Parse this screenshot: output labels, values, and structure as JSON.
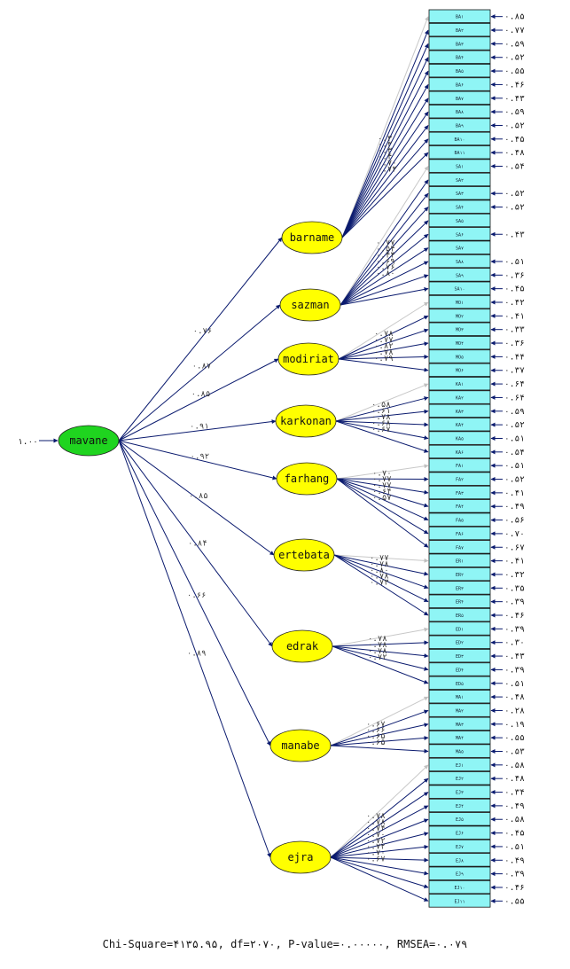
{
  "model": {
    "root": {
      "name": "mavane",
      "variance": "۱.۰۰"
    },
    "latents": [
      {
        "name": "barname",
        "path": "۰.۷۶",
        "loadings": [
          "۰.۳",
          "۰.۳",
          "۰.۳",
          "۰.۴",
          "۰.۷۰",
          "۰.۷۳"
        ]
      },
      {
        "name": "sazman",
        "path": "۰.۸۷",
        "loadings": [
          "۰.۷۷",
          "۰.۵۴",
          "۰.۴۴",
          "۰.۶۹",
          "۰.۷۶",
          "۰.۸۰"
        ]
      },
      {
        "name": "modiriat",
        "path": "۰.۸۵",
        "loadings": [
          "۰.۷۸",
          "۰.۷۷",
          "۰.۸۲",
          "۰.۷۸",
          "۰.۷۹"
        ]
      },
      {
        "name": "karkonan",
        "path": "۰.۹۱",
        "loadings": [
          "۰.۵۸",
          "۰.۶۱",
          "۰.۷۸",
          "۰.۶۸",
          "۰.۶۷"
        ]
      },
      {
        "name": "farhang",
        "path": "۰.۹۲",
        "loadings": [
          "۰.۷۰",
          "۰.۷۷",
          "۰.۷۷",
          "۰.۶۴",
          "۰.۵۷"
        ]
      },
      {
        "name": "ertebata",
        "path": "۰.۸۵",
        "loadings": [
          "۰.۷۷",
          "۰.۷۸",
          "۰.۸۰",
          "۰.۷۸",
          "۰.۷۳"
        ]
      },
      {
        "name": "edrak",
        "path": "۰.۸۴",
        "loadings": [
          "۰.۷۸",
          "۰.۷۸",
          "۰.۷۸",
          "۰.۷۲"
        ]
      },
      {
        "name": "manabe",
        "path": "۰.۶۶",
        "loadings": [
          "۰.۶۷",
          "۰.۶۶",
          "۰.۶۵",
          "۰.۶۵"
        ]
      },
      {
        "name": "ejra",
        "path": "۰.۸۹",
        "loadings": [
          "۰.۷۸",
          "۰.۷۸",
          "۰.۷۴",
          "۰.۷۰",
          "۰.۷۲",
          "۰.۷۲",
          "۰.۷۰",
          "۰.۶۷"
        ]
      }
    ],
    "indicators": [
      {
        "label": "BA۱",
        "error": "۰.۸۵"
      },
      {
        "label": "BA۲",
        "error": "۰.۷۷"
      },
      {
        "label": "BA۳",
        "error": "۰.۵۹"
      },
      {
        "label": "BA۴",
        "error": "۰.۵۲"
      },
      {
        "label": "BA۵",
        "error": "۰.۵۵"
      },
      {
        "label": "BA۶",
        "error": "۰.۴۶"
      },
      {
        "label": "BA۷",
        "error": "۰.۴۳"
      },
      {
        "label": "BA۸",
        "error": "۰.۵۹"
      },
      {
        "label": "BA۹",
        "error": "۰.۵۲"
      },
      {
        "label": "BA۱۰",
        "error": "۰.۴۵"
      },
      {
        "label": "BA۱۱",
        "error": "۰.۴۸"
      },
      {
        "label": "SA۱",
        "error": "۰.۵۴"
      },
      {
        "label": "SA۲",
        "error": ""
      },
      {
        "label": "SA۳",
        "error": "۰.۵۲"
      },
      {
        "label": "SA۴",
        "error": "۰.۵۲"
      },
      {
        "label": "SA۵",
        "error": ""
      },
      {
        "label": "SA۶",
        "error": "۰.۴۳"
      },
      {
        "label": "SA۷",
        "error": ""
      },
      {
        "label": "SA۸",
        "error": "۰.۵۱"
      },
      {
        "label": "SA۹",
        "error": "۰.۳۶"
      },
      {
        "label": "SA۱۰",
        "error": "۰.۴۵"
      },
      {
        "label": "MO۱",
        "error": "۰.۴۲"
      },
      {
        "label": "MO۲",
        "error": "۰.۴۱"
      },
      {
        "label": "MO۳",
        "error": "۰.۳۳"
      },
      {
        "label": "MO۴",
        "error": "۰.۳۶"
      },
      {
        "label": "MO۵",
        "error": "۰.۴۴"
      },
      {
        "label": "MO۶",
        "error": "۰.۳۷"
      },
      {
        "label": "KA۱",
        "error": "۰.۶۴"
      },
      {
        "label": "KA۲",
        "error": "۰.۶۴"
      },
      {
        "label": "KA۳",
        "error": "۰.۵۹"
      },
      {
        "label": "KA۴",
        "error": "۰.۵۲"
      },
      {
        "label": "KA۵",
        "error": "۰.۵۱"
      },
      {
        "label": "KA۶",
        "error": "۰.۵۴"
      },
      {
        "label": "FA۱",
        "error": "۰.۵۱"
      },
      {
        "label": "FA۲",
        "error": "۰.۵۲"
      },
      {
        "label": "FA۳",
        "error": "۰.۴۱"
      },
      {
        "label": "FA۴",
        "error": "۰.۴۹"
      },
      {
        "label": "FA۵",
        "error": "۰.۵۶"
      },
      {
        "label": "FA۶",
        "error": "۰.۷۰"
      },
      {
        "label": "FA۷",
        "error": "۰.۶۷"
      },
      {
        "label": "ER۱",
        "error": "۰.۴۱"
      },
      {
        "label": "ER۲",
        "error": "۰.۳۲"
      },
      {
        "label": "ER۳",
        "error": "۰.۳۵"
      },
      {
        "label": "ER۴",
        "error": "۰.۳۹"
      },
      {
        "label": "ER۵",
        "error": "۰.۴۶"
      },
      {
        "label": "ED۱",
        "error": "۰.۳۹"
      },
      {
        "label": "ED۲",
        "error": "۰.۳۰"
      },
      {
        "label": "ED۳",
        "error": "۰.۴۳"
      },
      {
        "label": "ED۴",
        "error": "۰.۳۹"
      },
      {
        "label": "ED۵",
        "error": "۰.۵۱"
      },
      {
        "label": "MA۱",
        "error": "۰.۴۸"
      },
      {
        "label": "MA۲",
        "error": "۰.۲۸"
      },
      {
        "label": "MA۳",
        "error": "۰.۱۹"
      },
      {
        "label": "MA۴",
        "error": "۰.۵۵"
      },
      {
        "label": "MA۵",
        "error": "۰.۵۳"
      },
      {
        "label": "EJ۱",
        "error": "۰.۵۸"
      },
      {
        "label": "EJ۲",
        "error": "۰.۴۸"
      },
      {
        "label": "EJ۳",
        "error": "۰.۳۴"
      },
      {
        "label": "EJ۴",
        "error": "۰.۴۹"
      },
      {
        "label": "EJ۵",
        "error": "۰.۵۸"
      },
      {
        "label": "EJ۶",
        "error": "۰.۴۵"
      },
      {
        "label": "EJ۷",
        "error": "۰.۵۱"
      },
      {
        "label": "EJ۸",
        "error": "۰.۴۹"
      },
      {
        "label": "EJ۹",
        "error": "۰.۳۹"
      },
      {
        "label": "EJ۱۰",
        "error": "۰.۴۶"
      },
      {
        "label": "EJ۱۱",
        "error": "۰.۵۵"
      }
    ],
    "colors": {
      "root_fill": "#1fd41f",
      "latent_fill": "#ffff00",
      "box_fill": "#8ff5f5",
      "box_stroke": "#111111",
      "arrow": "#0a1a6e",
      "fixed_arrow": "#c8c8c8"
    }
  },
  "footer": "Chi-Square=۴۱۳۵.۹۵, df=۲۰۷۰, P-value=۰.۰۰۰۰۰, RMSEA=۰.۰۷۹"
}
